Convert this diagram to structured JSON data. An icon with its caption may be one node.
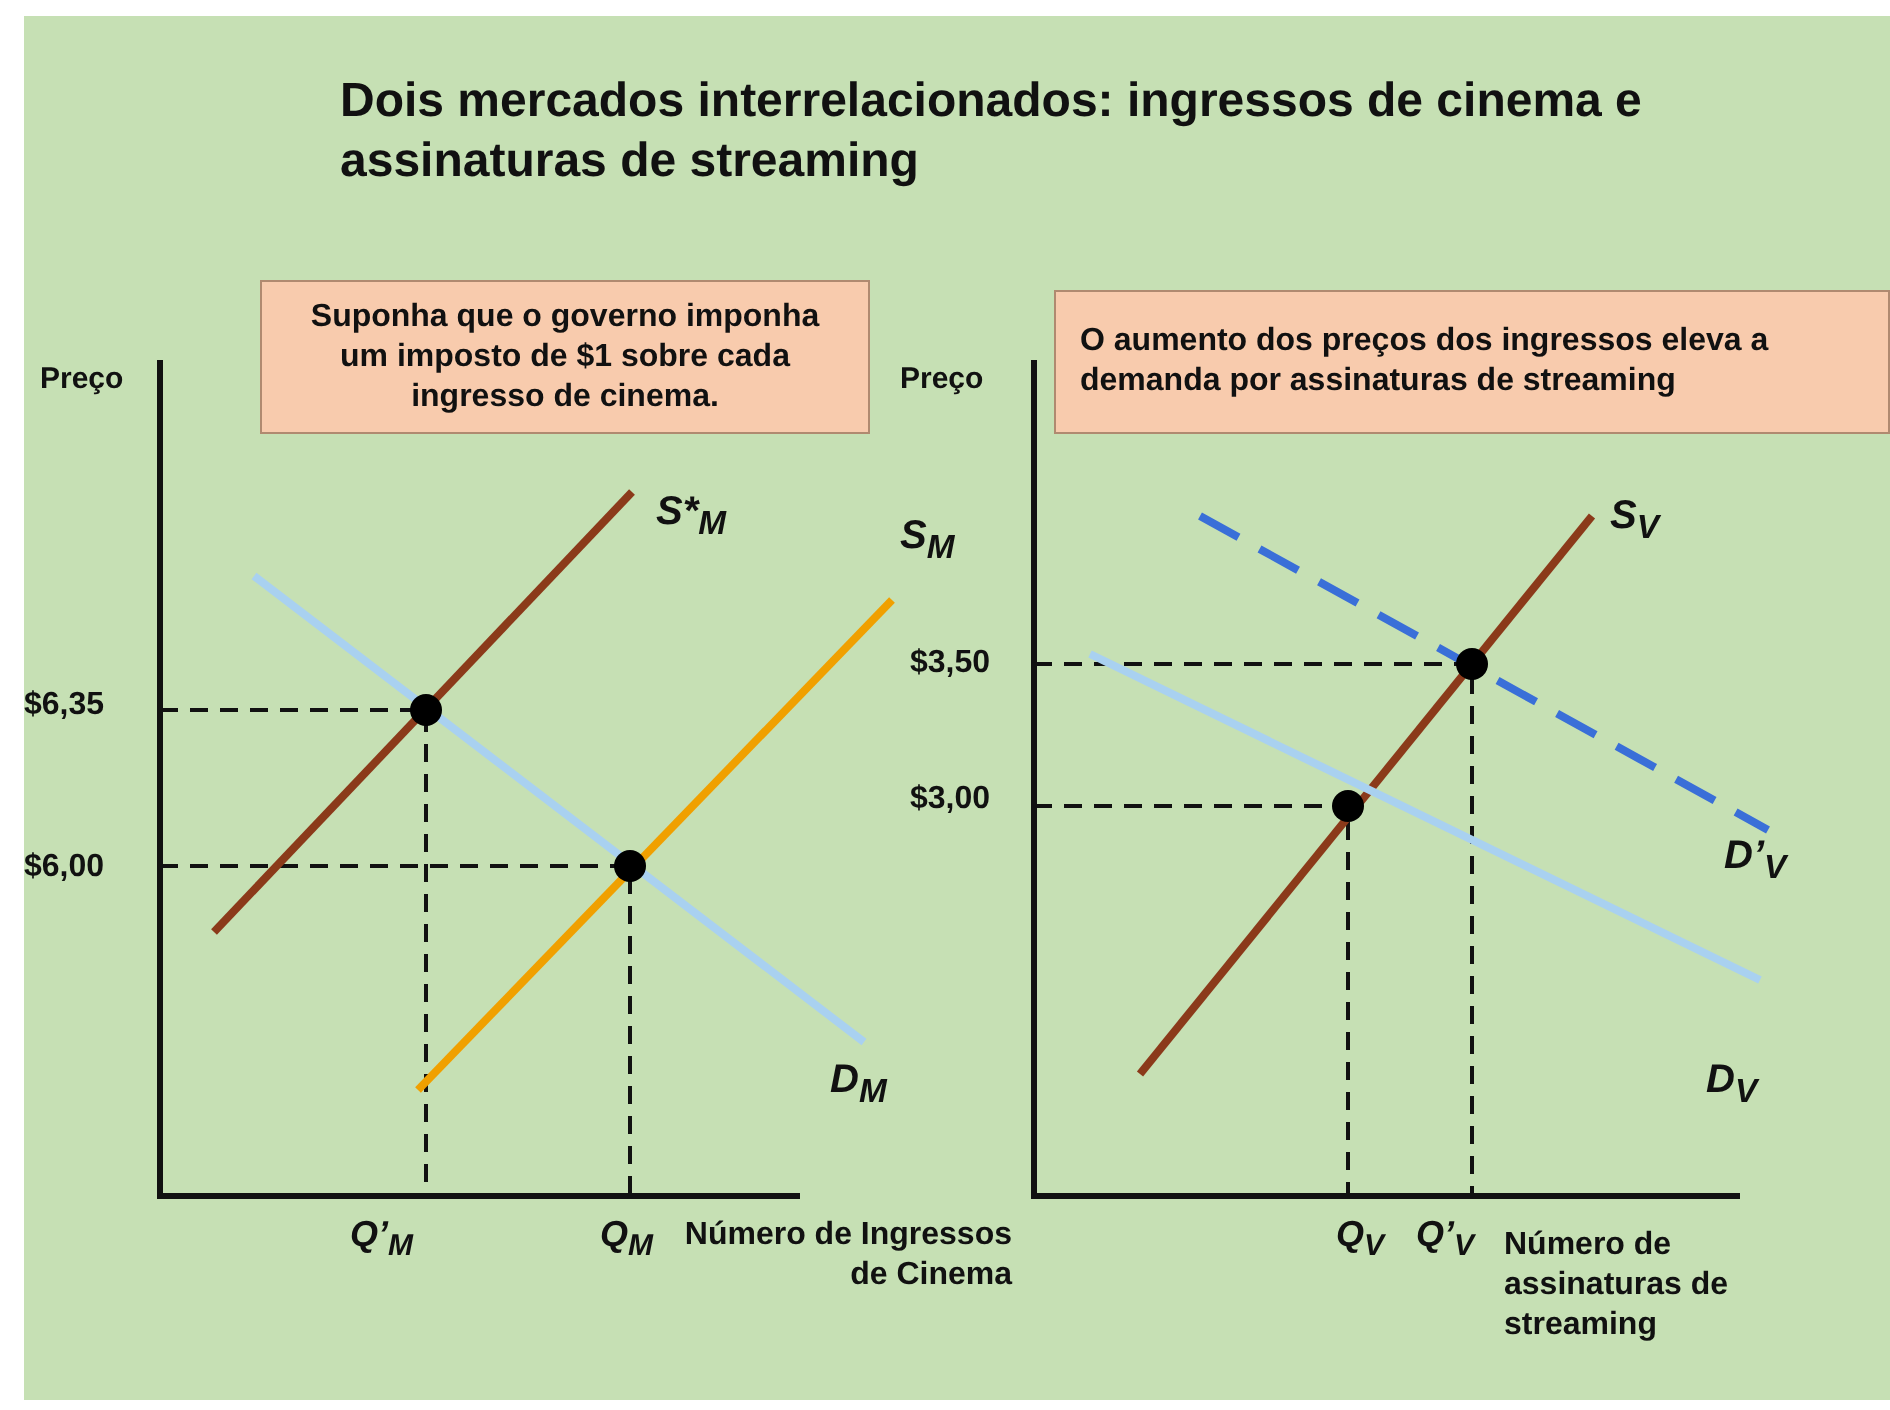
{
  "diagram": {
    "title": "Dois mercados interrelacionados: ingressos de cinema e assinaturas de streaming",
    "nodes": [
      {
        "text": [
          "Suponha que o governo imponha um imposto de $1 sobre cada ingresso de cinema."
        ]
      },
      {
        "text": [
          "O aumento dos preços dos ingressos eleva a demanda por assinaturas de streaming"
        ]
      }
    ],
    "labels": [
      "Preço",
      "Preço",
      "S*$_{M}$",
      "S$_{M}$",
      "S$_{V}$",
      "$6,35",
      "$3,50",
      "$3,00",
      "$6,00",
      "D’$_{V}$",
      "D$_{M}$",
      "D$_{V}$",
      "Q’$_{M}$",
      "Q$_{M}$",
      "Número de Ingressos de Cinema",
      "Q$_{V}$",
      "Q’$_{V}$",
      "Número de assinaturas de streaming"
    ]
  }
}
